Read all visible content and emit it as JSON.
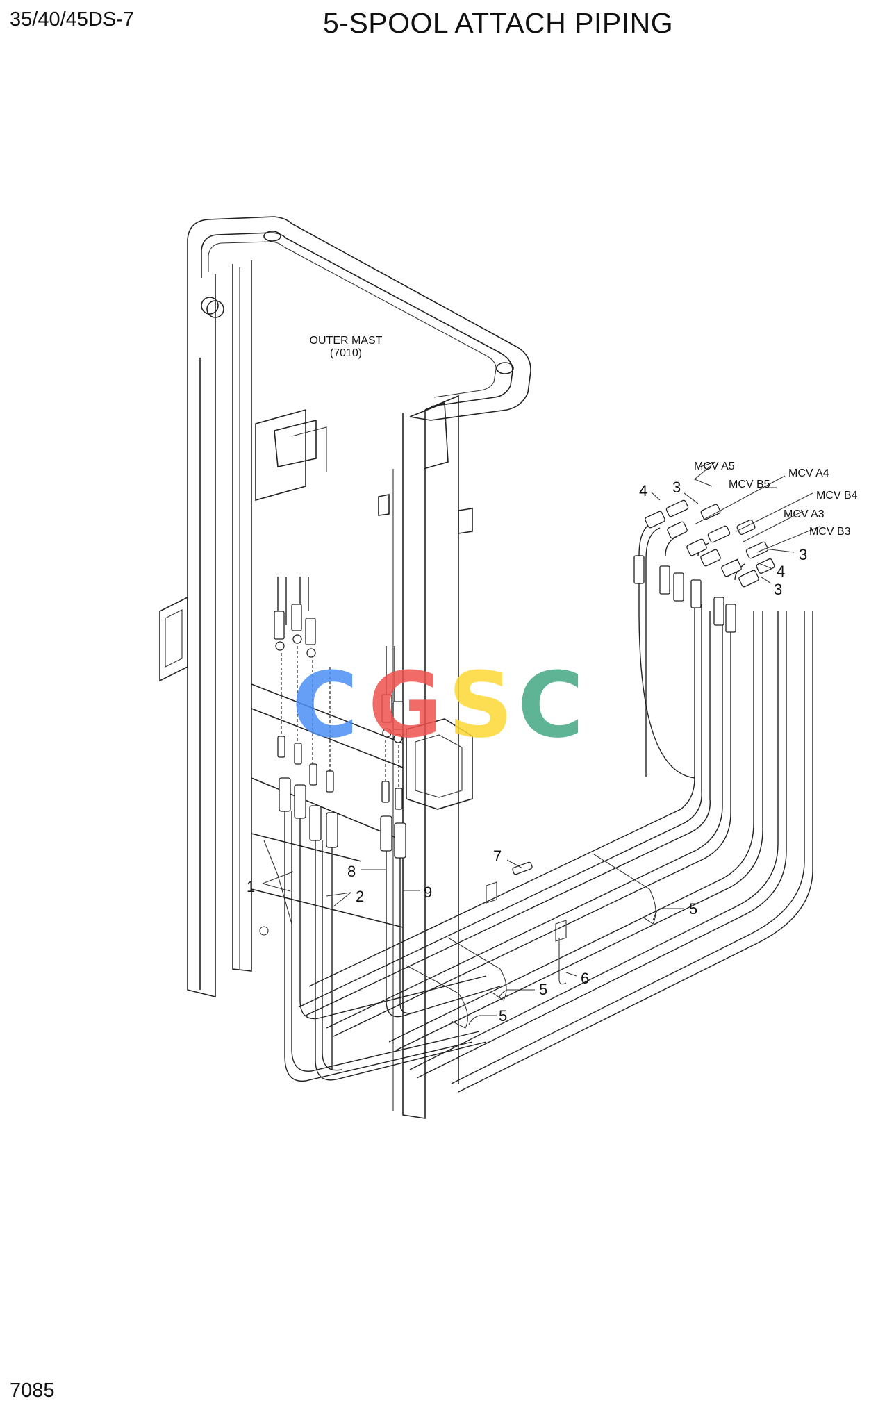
{
  "header": {
    "model": "35/40/45DS-7",
    "title": "5-SPOOL ATTACH PIPING"
  },
  "footer": {
    "page_number": "7085"
  },
  "diagram": {
    "outer_mast_label": "OUTER MAST",
    "outer_mast_code": "(7010)",
    "mcv_labels": [
      "MCV A5",
      "MCV B5",
      "MCV A4",
      "MCV B4",
      "MCV A3",
      "MCV B3"
    ],
    "callouts": {
      "c1": "1",
      "c2": "2",
      "c3a": "3",
      "c3b": "3",
      "c3c": "3",
      "c4a": "4",
      "c4b": "4",
      "c5a": "5",
      "c5b": "5",
      "c5c": "5",
      "c6": "6",
      "c7": "7",
      "c8": "8",
      "c9": "9"
    },
    "watermark": {
      "text": [
        "C",
        "G",
        "S",
        "C"
      ],
      "colors": [
        "#4c8ff5",
        "#ef5350",
        "#fdd835",
        "#43a882"
      ]
    }
  }
}
